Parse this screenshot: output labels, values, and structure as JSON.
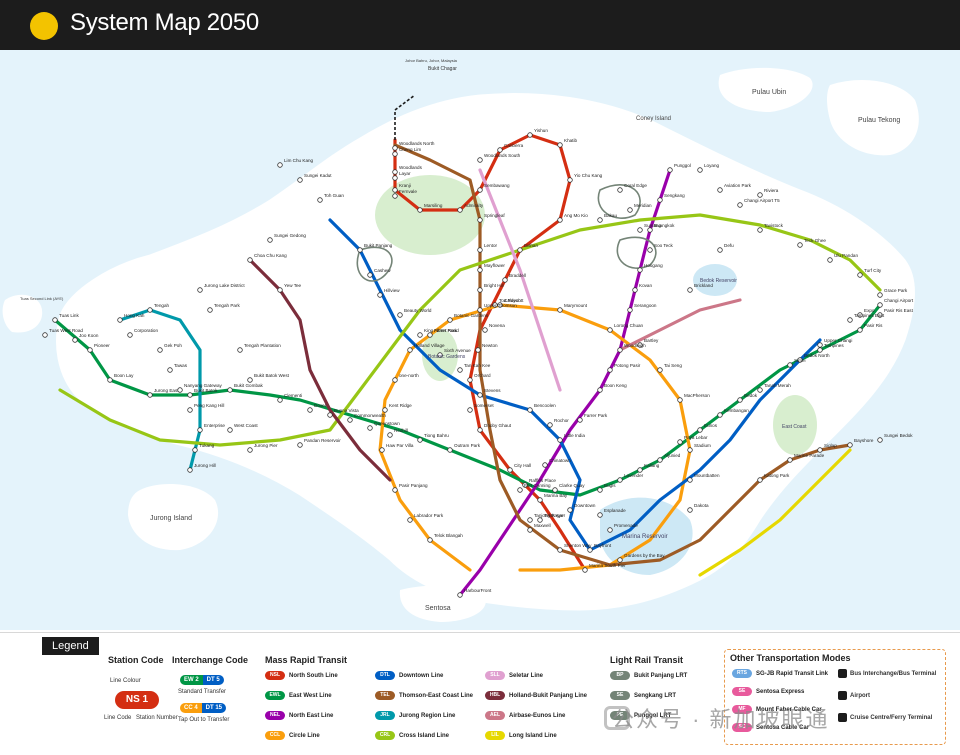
{
  "header": {
    "title": "System Map 2050"
  },
  "colors": {
    "NSL": "#d42e12",
    "EWL": "#009645",
    "NEL": "#9900aa",
    "CCL": "#fa9e0d",
    "DTL": "#005ec4",
    "TEL": "#9d5b25",
    "JRL": "#0099aa",
    "CRL": "#97c616",
    "SLL": "#e0a0d0",
    "HBL": "#7b2d3b",
    "AEL": "#cc7788",
    "LRL": "#e6d800",
    "LRT": "#748477",
    "RTS": "#6aa6e0",
    "SE": "#e85a9c"
  },
  "map": {
    "places": [
      "Pulau Ubin",
      "Pulau Tekong",
      "Coney Island",
      "Jurong Island",
      "Sentosa",
      "Bedok Reservoir",
      "East Coast",
      "Marina Reservoir",
      "Botanic Gardens"
    ],
    "stations": [
      "Woodlands North",
      "Woodlands",
      "Kranji",
      "Marsiling",
      "Admiralty",
      "Sembawang",
      "Canberra",
      "Yishun",
      "Khatib",
      "Yio Chu Kang",
      "Ang Mo Kio",
      "Bishan",
      "Braddell",
      "Toa Payoh",
      "Novena",
      "Newton",
      "Orchard",
      "Somerset",
      "Dhoby Ghaut",
      "City Hall",
      "Raffles Place",
      "Marina Bay",
      "Marina South Pier",
      "Jurong East",
      "Bukit Batok",
      "Bukit Gombak",
      "Choa Chu Kang",
      "Yew Tee",
      "Pasir Ris",
      "Tampines",
      "Simei",
      "Tanah Merah",
      "Bedok",
      "Kembangan",
      "Eunos",
      "Paya Lebar",
      "Aljunied",
      "Kallang",
      "Lavender",
      "Bugis",
      "Tanjong Pagar",
      "Outram Park",
      "Tiong Bahru",
      "Redhill",
      "Queenstown",
      "Commonwealth",
      "Buona Vista",
      "Dover",
      "Clementi",
      "Boon Lay",
      "Pioneer",
      "Joo Koon",
      "Tuas Link",
      "Tuas West Road",
      "Changi Airport",
      "Expo",
      "HarbourFront",
      "Punggol",
      "Sengkang",
      "Buangkok",
      "Hougang",
      "Kovan",
      "Serangoon",
      "Woodleigh",
      "Potong Pasir",
      "Boon Keng",
      "Farrer Park",
      "Little India",
      "Chinatown",
      "Clarke Quay",
      "Bayfront",
      "Promenade",
      "Esplanade",
      "Gardens by the Bay",
      "Stadium",
      "Mountbatten",
      "Dakota",
      "MacPherson",
      "Tai Seng",
      "Bartley",
      "Lorong Chuan",
      "Marymount",
      "Caldecott",
      "Botanic Gardens",
      "Farrer Road",
      "Holland Village",
      "one-north",
      "Kent Ridge",
      "Haw Par Villa",
      "Pasir Panjang",
      "Labrador Park",
      "Telok Blangah",
      "Bukit Panjang",
      "Cashew",
      "Hillview",
      "Beauty World",
      "King Albert Park",
      "Sixth Avenue",
      "Tan Kah Kee",
      "Stevens",
      "Bencoolen",
      "Rochor",
      "Downtown",
      "Telok Ayer",
      "Fort Canning",
      "Bedok North",
      "Upper Changi",
      "Tampines East",
      "Springleaf",
      "Lentor",
      "Mayflower",
      "Bright Hill",
      "Upper Thomson",
      "Woodlands South",
      "Maxwell",
      "Shenton Way",
      "Katong Park",
      "Marine Parade",
      "Siglap",
      "Bayshore",
      "Sungei Bedok",
      "Tengah",
      "Hong Kah",
      "Corporation",
      "Gek Poh",
      "Tawas",
      "Nanyang Gateway",
      "Peng Kang Hill",
      "Enterprise",
      "Tukang",
      "Jurong Hill",
      "Jurong Pier",
      "Pandan Reservoir",
      "West Coast",
      "Jurong Lake District",
      "Tengah Park",
      "Tengah Plantation",
      "Bukit Batok West",
      "Toh Guan",
      "Sungei Kadut",
      "Lim Chu Kang",
      "Sungei Gedong",
      "Brickland",
      "Defu",
      "Tavistock",
      "Teck Ghee",
      "Ulu Pandan",
      "Turf City",
      "Grace Park",
      "Pasir Ris East",
      "Loyang",
      "Aviation Park",
      "Changi Airport T5",
      "Riviera",
      "Coral Edge",
      "Meridian",
      "Sumang",
      "Soo Teck",
      "Bakau",
      "Cheng Lim",
      "Layar",
      "Fernvale"
    ],
    "labels": {
      "coords_note": "",
      "tuas_note": "Tuas Second Link (AYE)",
      "causeway_note": "Johor Bahru, Johor, Malaysia",
      "bus_note": "Bukit Chagar"
    }
  },
  "legend": {
    "tab": "Legend",
    "station_code": {
      "title": "Station Code",
      "line_colour": "Line Colour",
      "code": "NS 1",
      "line_code": "Line Code",
      "station_number": "Station Number"
    },
    "interchange": {
      "title": "Interchange Code",
      "standard": "Standard Transfer",
      "tap_out": "Tap Out to Transfer",
      "pill1": [
        "EW 2",
        "DT 5"
      ],
      "pill2": [
        "CC 4",
        "DT 15"
      ]
    },
    "mrt": {
      "title": "Mass Rapid Transit",
      "lines": [
        {
          "code": "NSL",
          "name": "North South Line",
          "color": "#d42e12"
        },
        {
          "code": "EWL",
          "name": "East West Line",
          "color": "#009645"
        },
        {
          "code": "NEL",
          "name": "North East Line",
          "color": "#9900aa"
        },
        {
          "code": "CCL",
          "name": "Circle Line",
          "color": "#fa9e0d"
        },
        {
          "code": "DTL",
          "name": "Downtown Line",
          "color": "#005ec4"
        },
        {
          "code": "TEL",
          "name": "Thomson-East Coast Line",
          "color": "#9d5b25"
        },
        {
          "code": "JRL",
          "name": "Jurong Region Line",
          "color": "#0099aa"
        },
        {
          "code": "CRL",
          "name": "Cross Island Line",
          "color": "#97c616"
        },
        {
          "code": "SLL",
          "name": "Seletar Line",
          "color": "#e0a0d0"
        },
        {
          "code": "HBL",
          "name": "Holland-Bukit Panjang Line",
          "color": "#7b2d3b"
        },
        {
          "code": "AEL",
          "name": "Airbase-Eunos Line",
          "color": "#cc7788"
        },
        {
          "code": "LIL",
          "name": "Long Island Line",
          "color": "#e6d800"
        }
      ]
    },
    "lrt": {
      "title": "Light Rail Transit",
      "lines": [
        {
          "code": "BP",
          "name": "Bukit Panjang LRT",
          "color": "#748477"
        },
        {
          "code": "SE",
          "name": "Sengkang LRT",
          "color": "#748477"
        },
        {
          "code": "PE",
          "name": "Punggol LRT",
          "color": "#748477"
        }
      ]
    },
    "other": {
      "title": "Other Transportation Modes",
      "modes": [
        {
          "code": "RTS",
          "name": "SG-JB Rapid Transit Link",
          "color": "#6aa6e0"
        },
        {
          "code": "SE",
          "name": "Sentosa Express",
          "color": "#e85a9c"
        },
        {
          "code": "MF",
          "name": "Mount Faber Cable Car",
          "color": "#e85a9c"
        },
        {
          "code": "SC",
          "name": "Sentosa Cable Car",
          "color": "#e85a9c"
        }
      ],
      "icons": [
        "Bus Interchange/Bus Terminal",
        "Airport",
        "Cruise Centre/Ferry Terminal"
      ]
    }
  },
  "watermark": "公众号 · 新加坡眼通"
}
